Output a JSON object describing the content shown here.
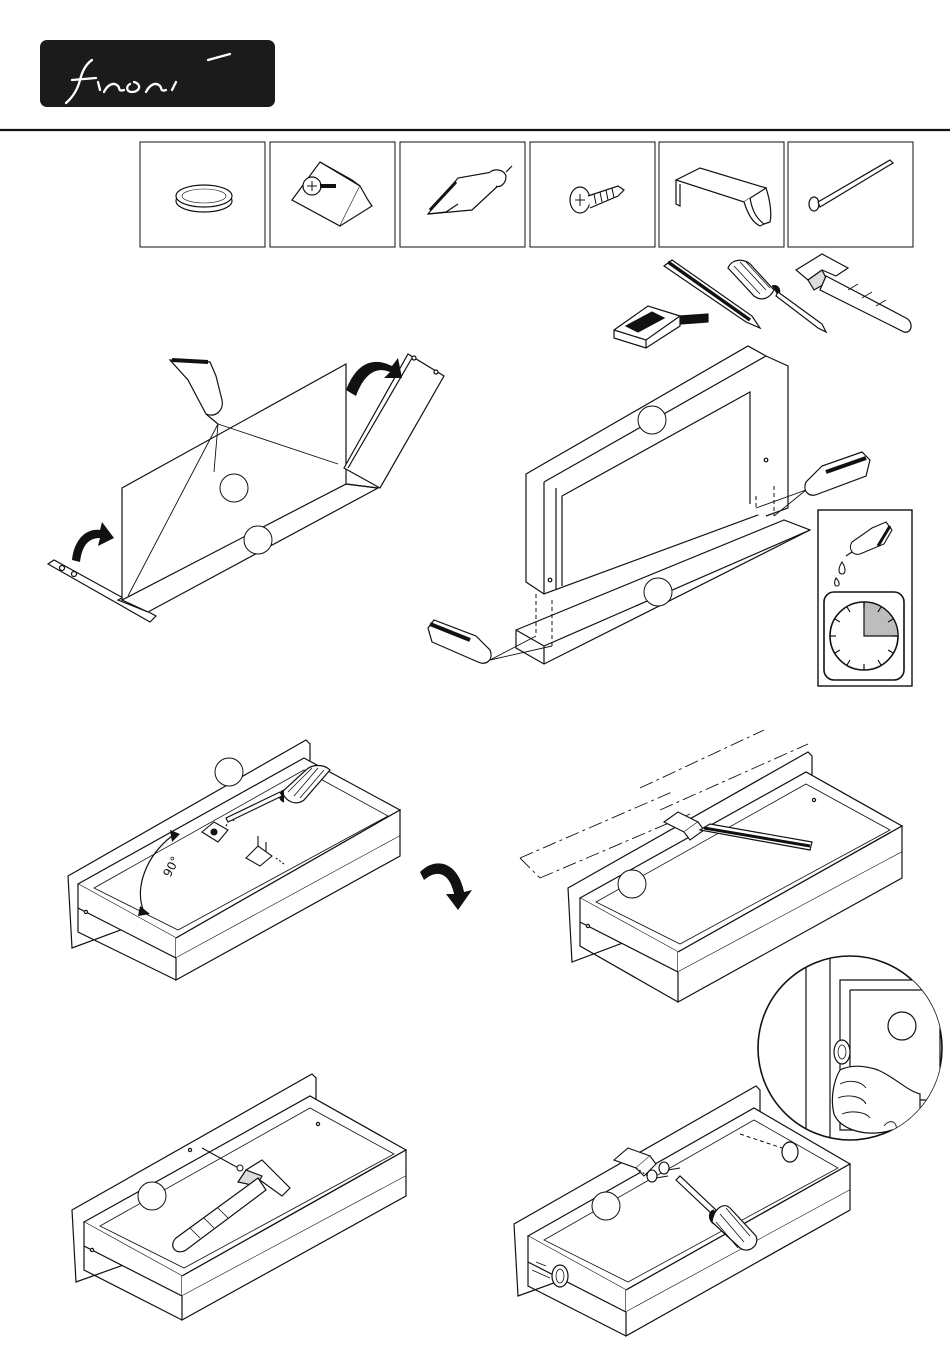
{
  "brand": {
    "lettering": "finori",
    "logo_bg": "#1b1b1b",
    "logo_fg": "#ffffff"
  },
  "colors": {
    "ink": "#111111",
    "paper": "#ffffff",
    "shade_gray": "#bdbdbd",
    "panel_gray": "#f2f2f2"
  },
  "parts_row": {
    "items": [
      {
        "icon": "cap-cover-icon"
      },
      {
        "icon": "corner-connector-icon"
      },
      {
        "icon": "dowel-icon"
      },
      {
        "icon": "screw-icon"
      },
      {
        "icon": "handle-icon"
      },
      {
        "icon": "nail-icon"
      }
    ]
  },
  "tools": [
    "pencil-icon",
    "screwdriver-icon",
    "hammer-icon",
    "tape-measure-icon"
  ],
  "steps": {
    "step4": {
      "angle_label": "90°"
    }
  },
  "glue_timer": {
    "fraction_shaded": 0.25
  }
}
